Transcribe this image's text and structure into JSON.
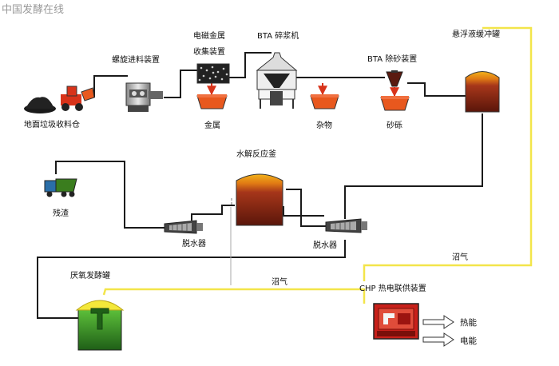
{
  "watermark": "中国发酵在线",
  "labels": {
    "silo": "地面垃圾收料仓",
    "screw_feeder": "螺旋进料装置",
    "magnetic_1": "电磁金属",
    "magnetic_2": "收集装置",
    "metal": "金属",
    "bta_crusher": "BTA 碎浆机",
    "impurities": "杂物",
    "bta_desander": "BTA 除砂装置",
    "grit": "砂砾",
    "buffer_tank": "悬浮液缓冲罐",
    "hydrolysis_reactor": "水解反应釜",
    "residue": "残渣",
    "dewater_left": "脱水器",
    "dewater_right": "脱水器",
    "anaerobic_tank": "厌氧发酵罐",
    "biogas_1": "沼气",
    "biogas_2": "沼气",
    "chp_unit": "CHP 热电联供装置",
    "heat": "热能",
    "power": "电能"
  },
  "colors": {
    "pipe": "#1a1a1a",
    "biogas_line": "#f3e54a",
    "tank_liquid": "#8a2a12",
    "tank_top": "#f2b21a",
    "anaerobic_green": "#2f8a22",
    "anaerobic_cap": "#f4e83a",
    "bin_orange": "#e8581e",
    "chp_red": "#c8201a"
  }
}
